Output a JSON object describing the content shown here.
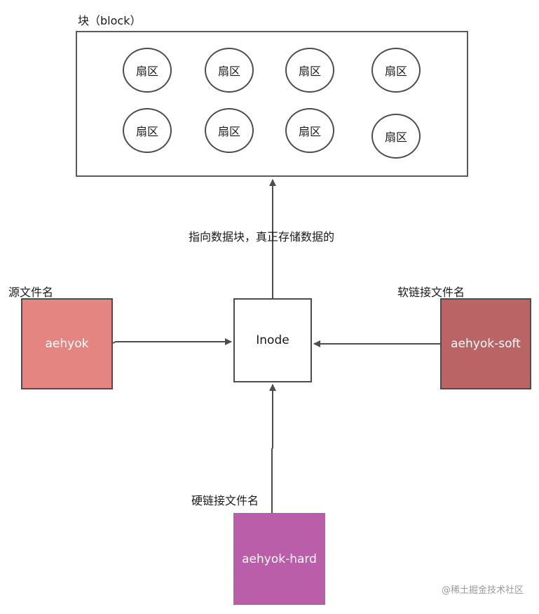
{
  "block": {
    "title": "块（block）",
    "sectors": [
      "扇区",
      "扇区",
      "扇区",
      "扇区",
      "扇区",
      "扇区",
      "扇区",
      "扇区"
    ]
  },
  "edge_label": "指向数据块，真正存储数据的",
  "inode": {
    "label": "Inode"
  },
  "source": {
    "title": "源文件名",
    "name": "aehyok",
    "color": "#e58582"
  },
  "soft_link": {
    "title": "软链接文件名",
    "name": "aehyok-soft",
    "color": "#bb6466"
  },
  "hard_link": {
    "title": "硬链接文件名",
    "name": "aehyok-hard",
    "color": "#bb5ea9"
  },
  "watermark": "@稀土掘金技术社区"
}
